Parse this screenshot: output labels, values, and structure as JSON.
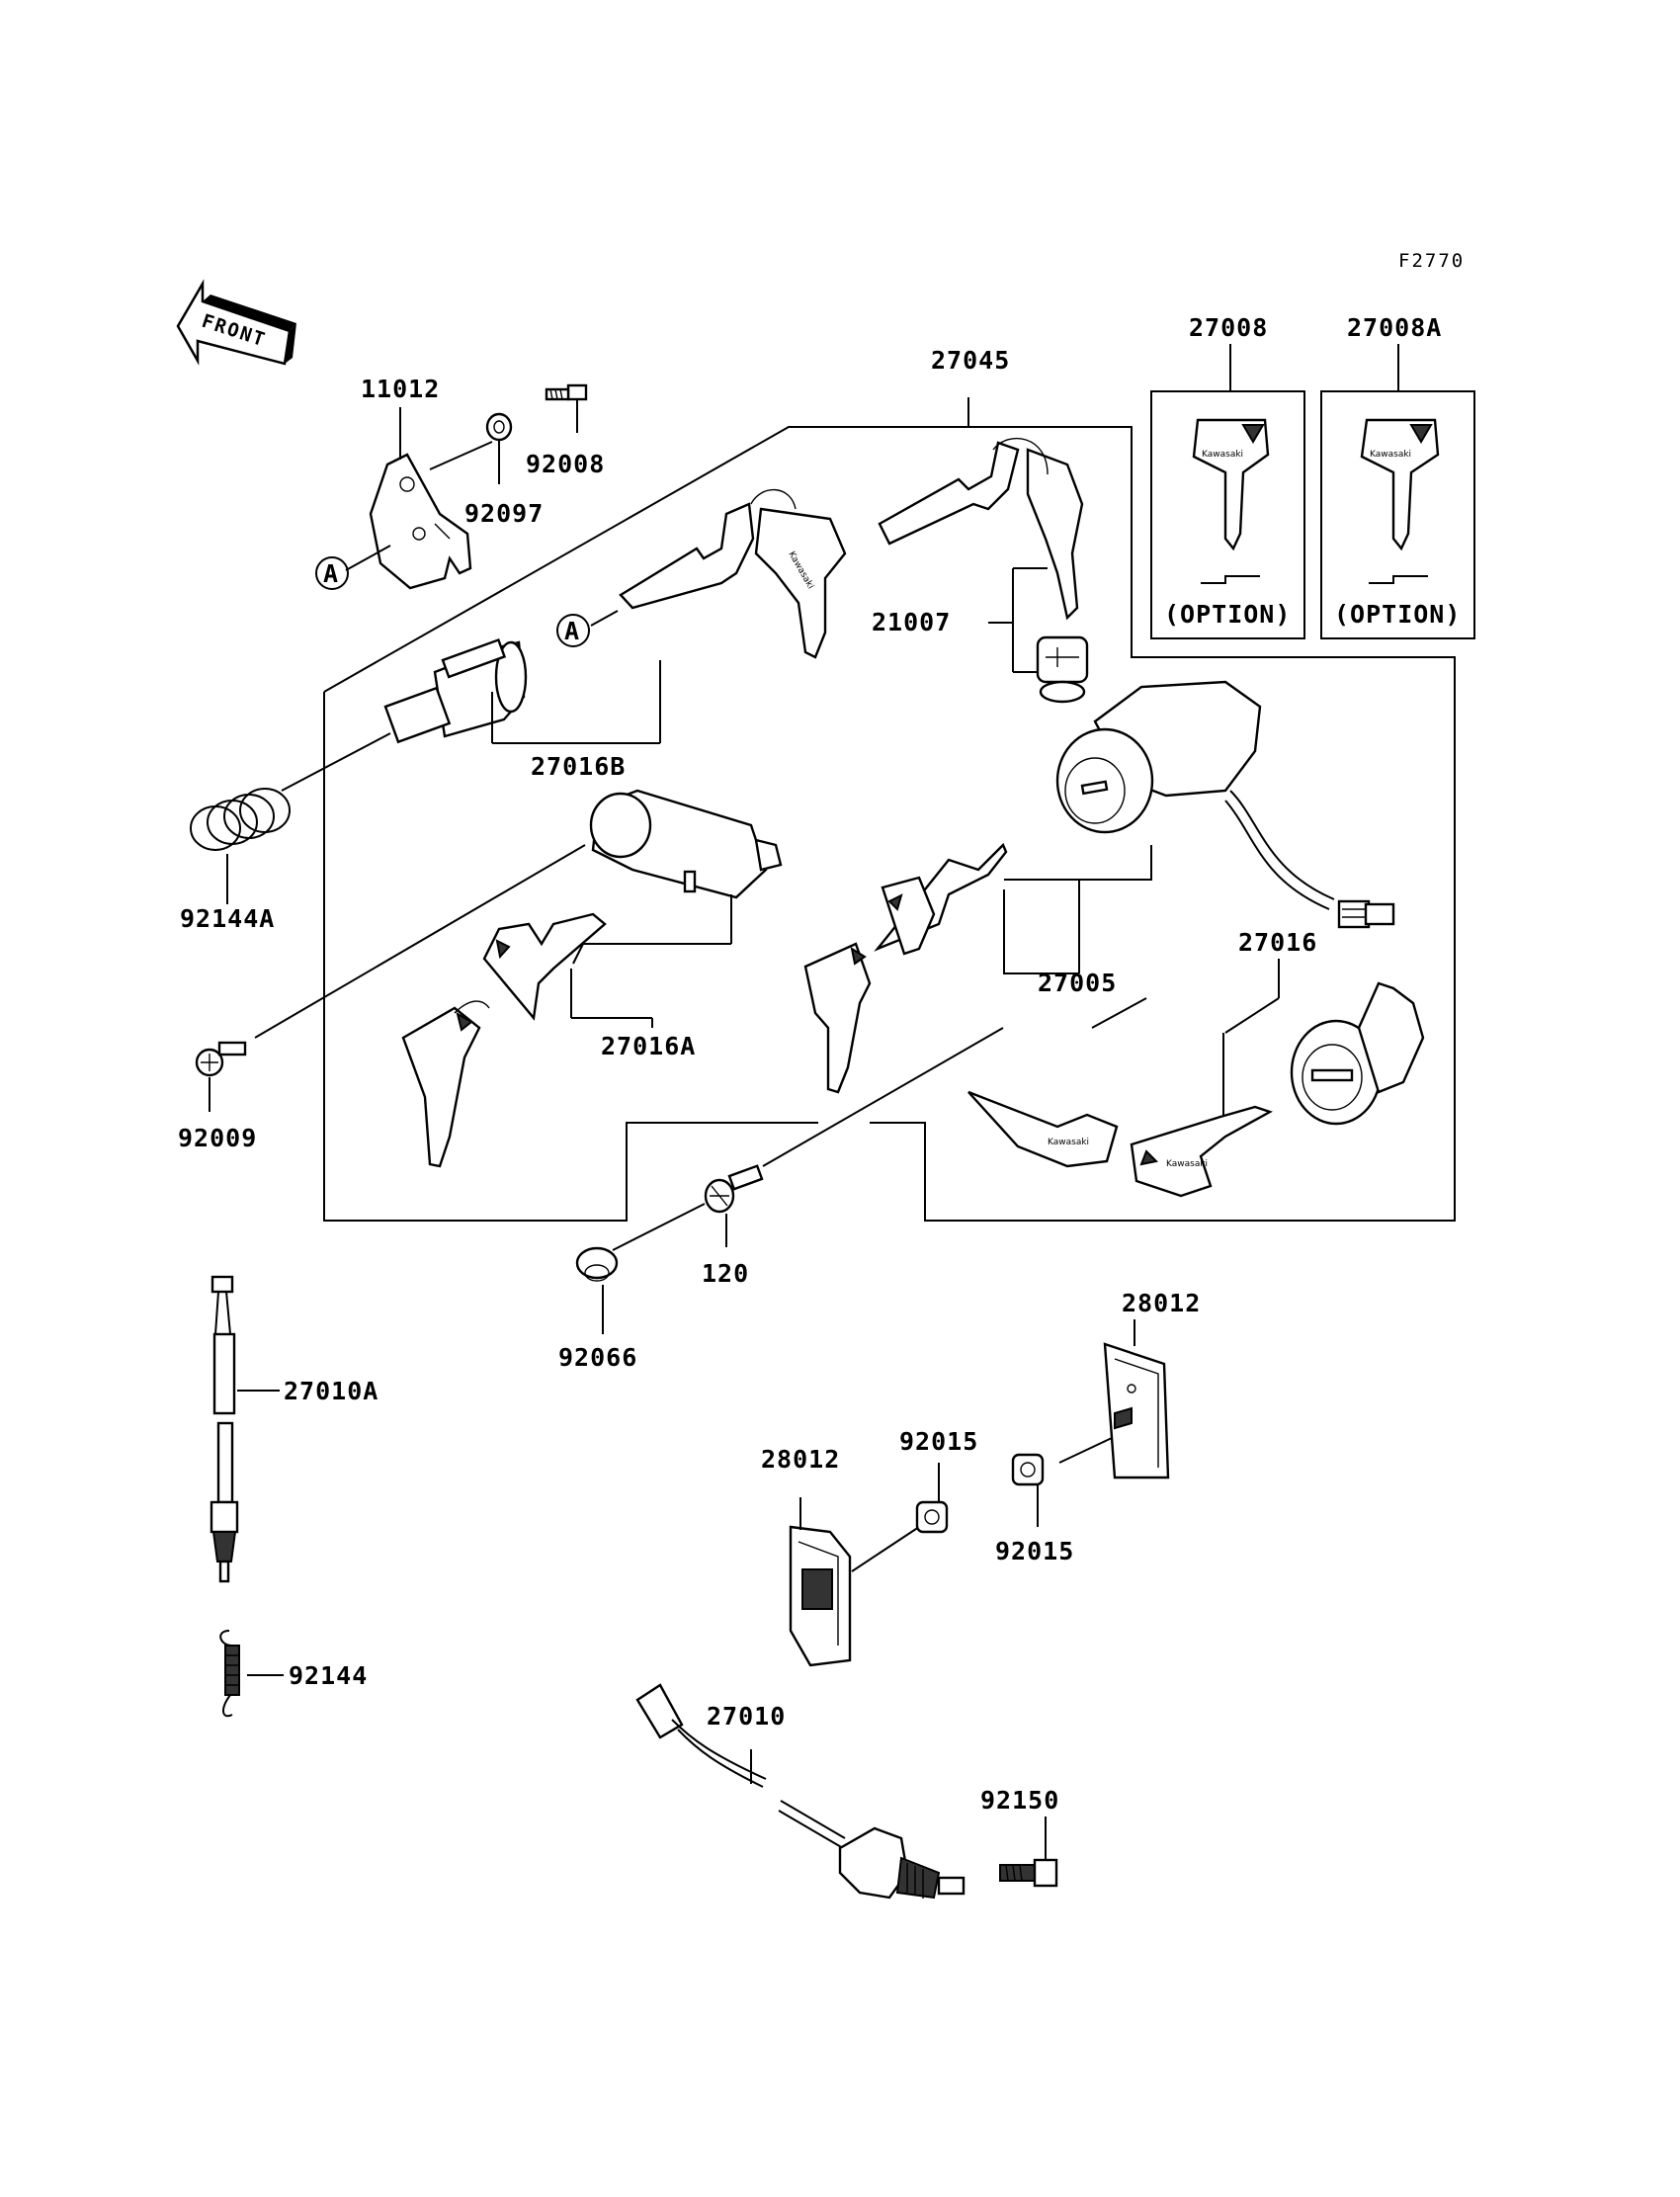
{
  "figure_code": "F2770",
  "front_label": "FRONT",
  "callout_letter": "A",
  "key_brand": "Kawasaki",
  "parts": [
    {
      "id": "p-11012",
      "label": "11012"
    },
    {
      "id": "p-92008",
      "label": "92008"
    },
    {
      "id": "p-92097",
      "label": "92097"
    },
    {
      "id": "p-27045",
      "label": "27045"
    },
    {
      "id": "p-27008",
      "label": "27008"
    },
    {
      "id": "p-27008A",
      "label": "27008A"
    },
    {
      "id": "p-21007",
      "label": "21007"
    },
    {
      "id": "p-27016B",
      "label": "27016B"
    },
    {
      "id": "p-92144A",
      "label": "92144A"
    },
    {
      "id": "p-27005",
      "label": "27005"
    },
    {
      "id": "p-27016",
      "label": "27016"
    },
    {
      "id": "p-27016A",
      "label": "27016A"
    },
    {
      "id": "p-92009",
      "label": "92009"
    },
    {
      "id": "p-120",
      "label": "120"
    },
    {
      "id": "p-92066",
      "label": "92066"
    },
    {
      "id": "p-28012a",
      "label": "28012"
    },
    {
      "id": "p-27010A",
      "label": "27010A"
    },
    {
      "id": "p-92015a",
      "label": "92015"
    },
    {
      "id": "p-28012b",
      "label": "28012"
    },
    {
      "id": "p-92015b",
      "label": "92015"
    },
    {
      "id": "p-92144",
      "label": "92144"
    },
    {
      "id": "p-27010",
      "label": "27010"
    },
    {
      "id": "p-92150",
      "label": "92150"
    }
  ],
  "option_label": "(OPTION)"
}
